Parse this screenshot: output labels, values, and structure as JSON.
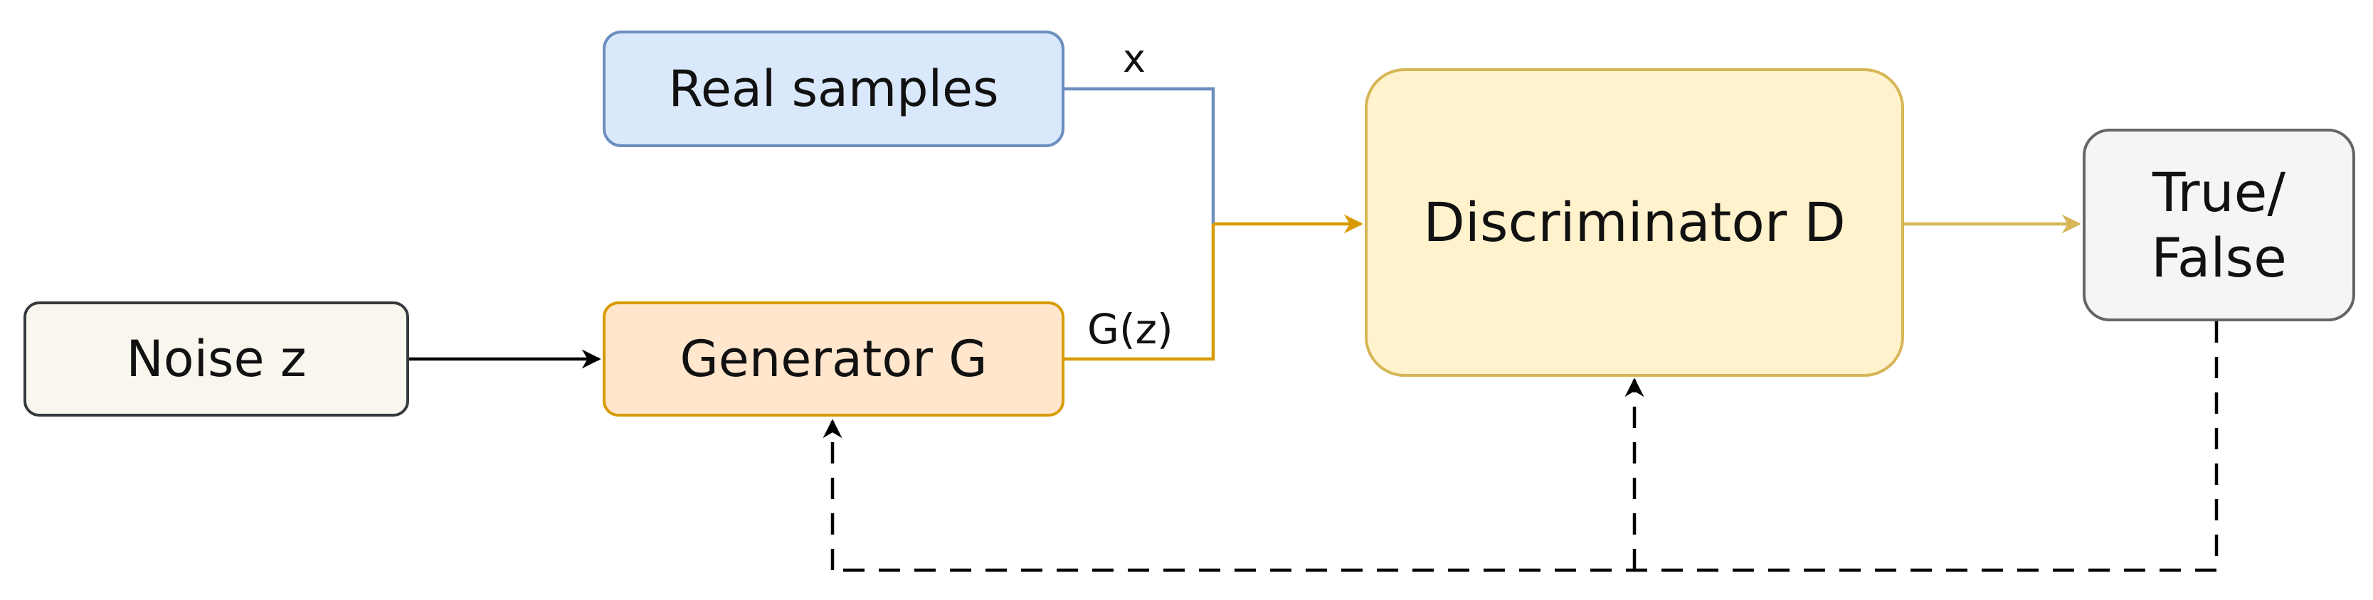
{
  "nodes": {
    "real_samples": {
      "label": "Real samples",
      "fill": "#dae8fc",
      "stroke": "#6c8ebf"
    },
    "noise": {
      "label": "Noise z",
      "fill": "#f9f7ed",
      "stroke": "#36393d"
    },
    "generator": {
      "label": "Generator G",
      "fill": "#ffe6cc",
      "stroke": "#d79b00"
    },
    "discriminator": {
      "label": "Discriminator D",
      "fill": "#fff2cc",
      "stroke": "#d6b656"
    },
    "output": {
      "label": "True/\nFalse",
      "fill": "#f5f5f5",
      "stroke": "#666666"
    }
  },
  "edge_labels": {
    "x": "x",
    "gz": "G(z)"
  },
  "colors": {
    "real_edge": "#6c8ebf",
    "generator_edge": "#d79b00",
    "discriminator_edge": "#d6b656",
    "black_edge": "#000000"
  }
}
